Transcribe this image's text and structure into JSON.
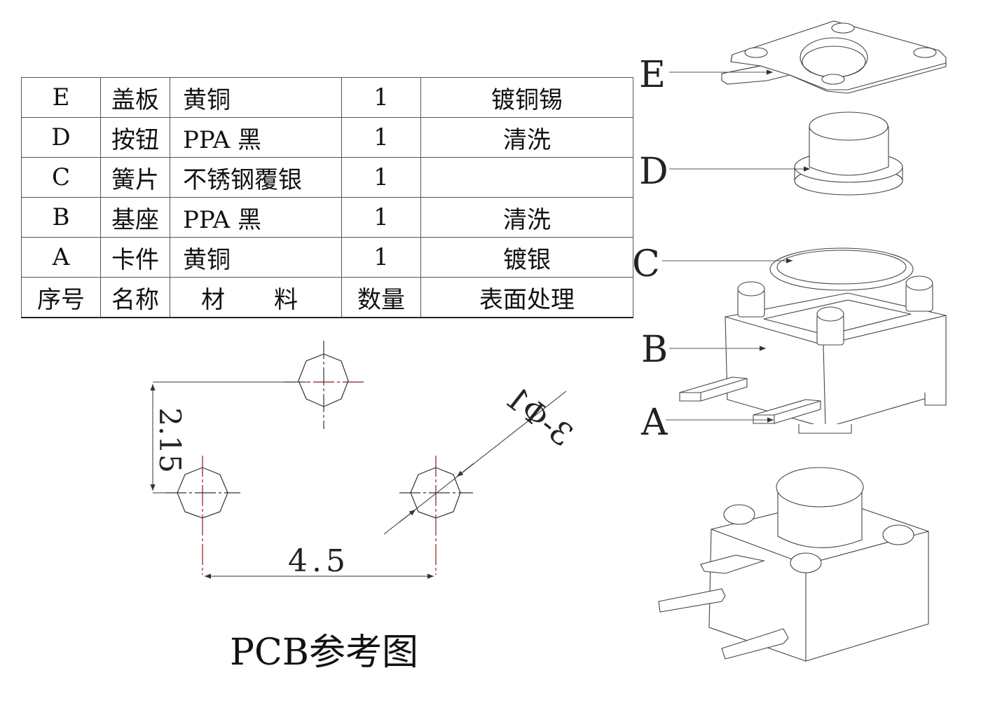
{
  "bom_table": {
    "header": [
      "序号",
      "名称",
      "材　料",
      "数量",
      "表面处理"
    ],
    "rows": [
      {
        "id": "E",
        "name": "盖板",
        "material": "黄铜",
        "qty": "1",
        "finish": "镀铜锡"
      },
      {
        "id": "D",
        "name": "按钮",
        "material": "PPA 黑",
        "qty": "1",
        "finish": "清洗"
      },
      {
        "id": "C",
        "name": "簧片",
        "material": "不锈钢覆银",
        "qty": "1",
        "finish": ""
      },
      {
        "id": "B",
        "name": "基座",
        "material": "PPA 黑",
        "qty": "1",
        "finish": "清洗"
      },
      {
        "id": "A",
        "name": "卡件",
        "material": "黄铜",
        "qty": "1",
        "finish": "镀银"
      }
    ]
  },
  "pcb": {
    "title": "PCB参考图",
    "dim_vertical": "2.15",
    "dim_horizontal": "4.5",
    "dim_hole": "3-Φ1"
  },
  "exploded_view": {
    "labels": [
      "E",
      "D",
      "C",
      "B",
      "A"
    ]
  },
  "colors": {
    "line": "#333333",
    "centerline": "#8b1a1a"
  }
}
